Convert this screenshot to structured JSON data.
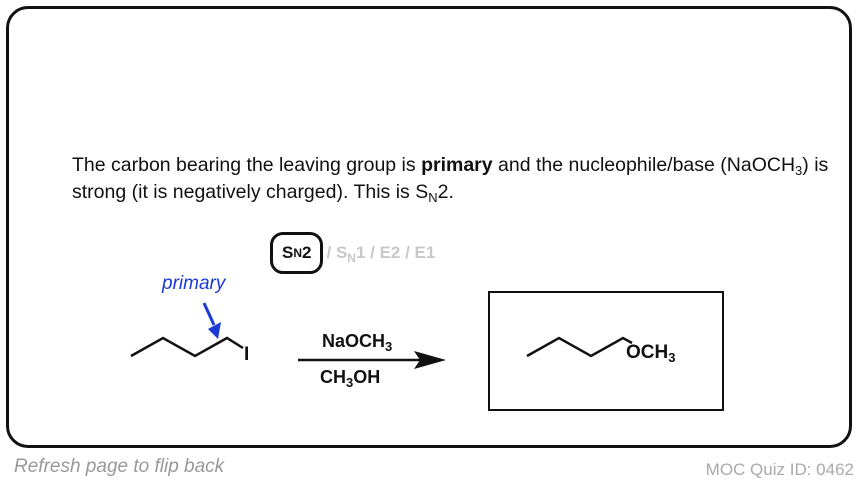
{
  "explanation": {
    "part1": "The carbon bearing the leaving group is ",
    "bold": "primary",
    "part2": " and the nucleophile/base (NaOCH",
    "sub1": "3",
    "part3": ") is strong (it is negatively charged). This is S",
    "sub2": "N",
    "part4": "2."
  },
  "options": {
    "selected_main": "S",
    "selected_sub": "N",
    "selected_tail": "2",
    "rest_sep": " / ",
    "rest_main": "S",
    "rest_sub": "N",
    "rest_tail": "1 / E2 / E1"
  },
  "reactant": {
    "annotation": "primary",
    "leaving_group": "I"
  },
  "reagents": {
    "top_main": "NaOCH",
    "top_sub": "3",
    "bottom_main": "CH",
    "bottom_sub": "3",
    "bottom_tail": "OH"
  },
  "product": {
    "group_main": "OCH",
    "group_sub": "3"
  },
  "footer": {
    "left": "Refresh page to flip back",
    "right": "MOC Quiz ID: 0462"
  },
  "colors": {
    "annotation": "#1a3ad6",
    "dim_option": "#c8c8c8",
    "footer": "#999999"
  },
  "icons": {
    "annotation_arrow": "arrow-down-icon",
    "reaction_arrow": "arrow-right-icon"
  }
}
